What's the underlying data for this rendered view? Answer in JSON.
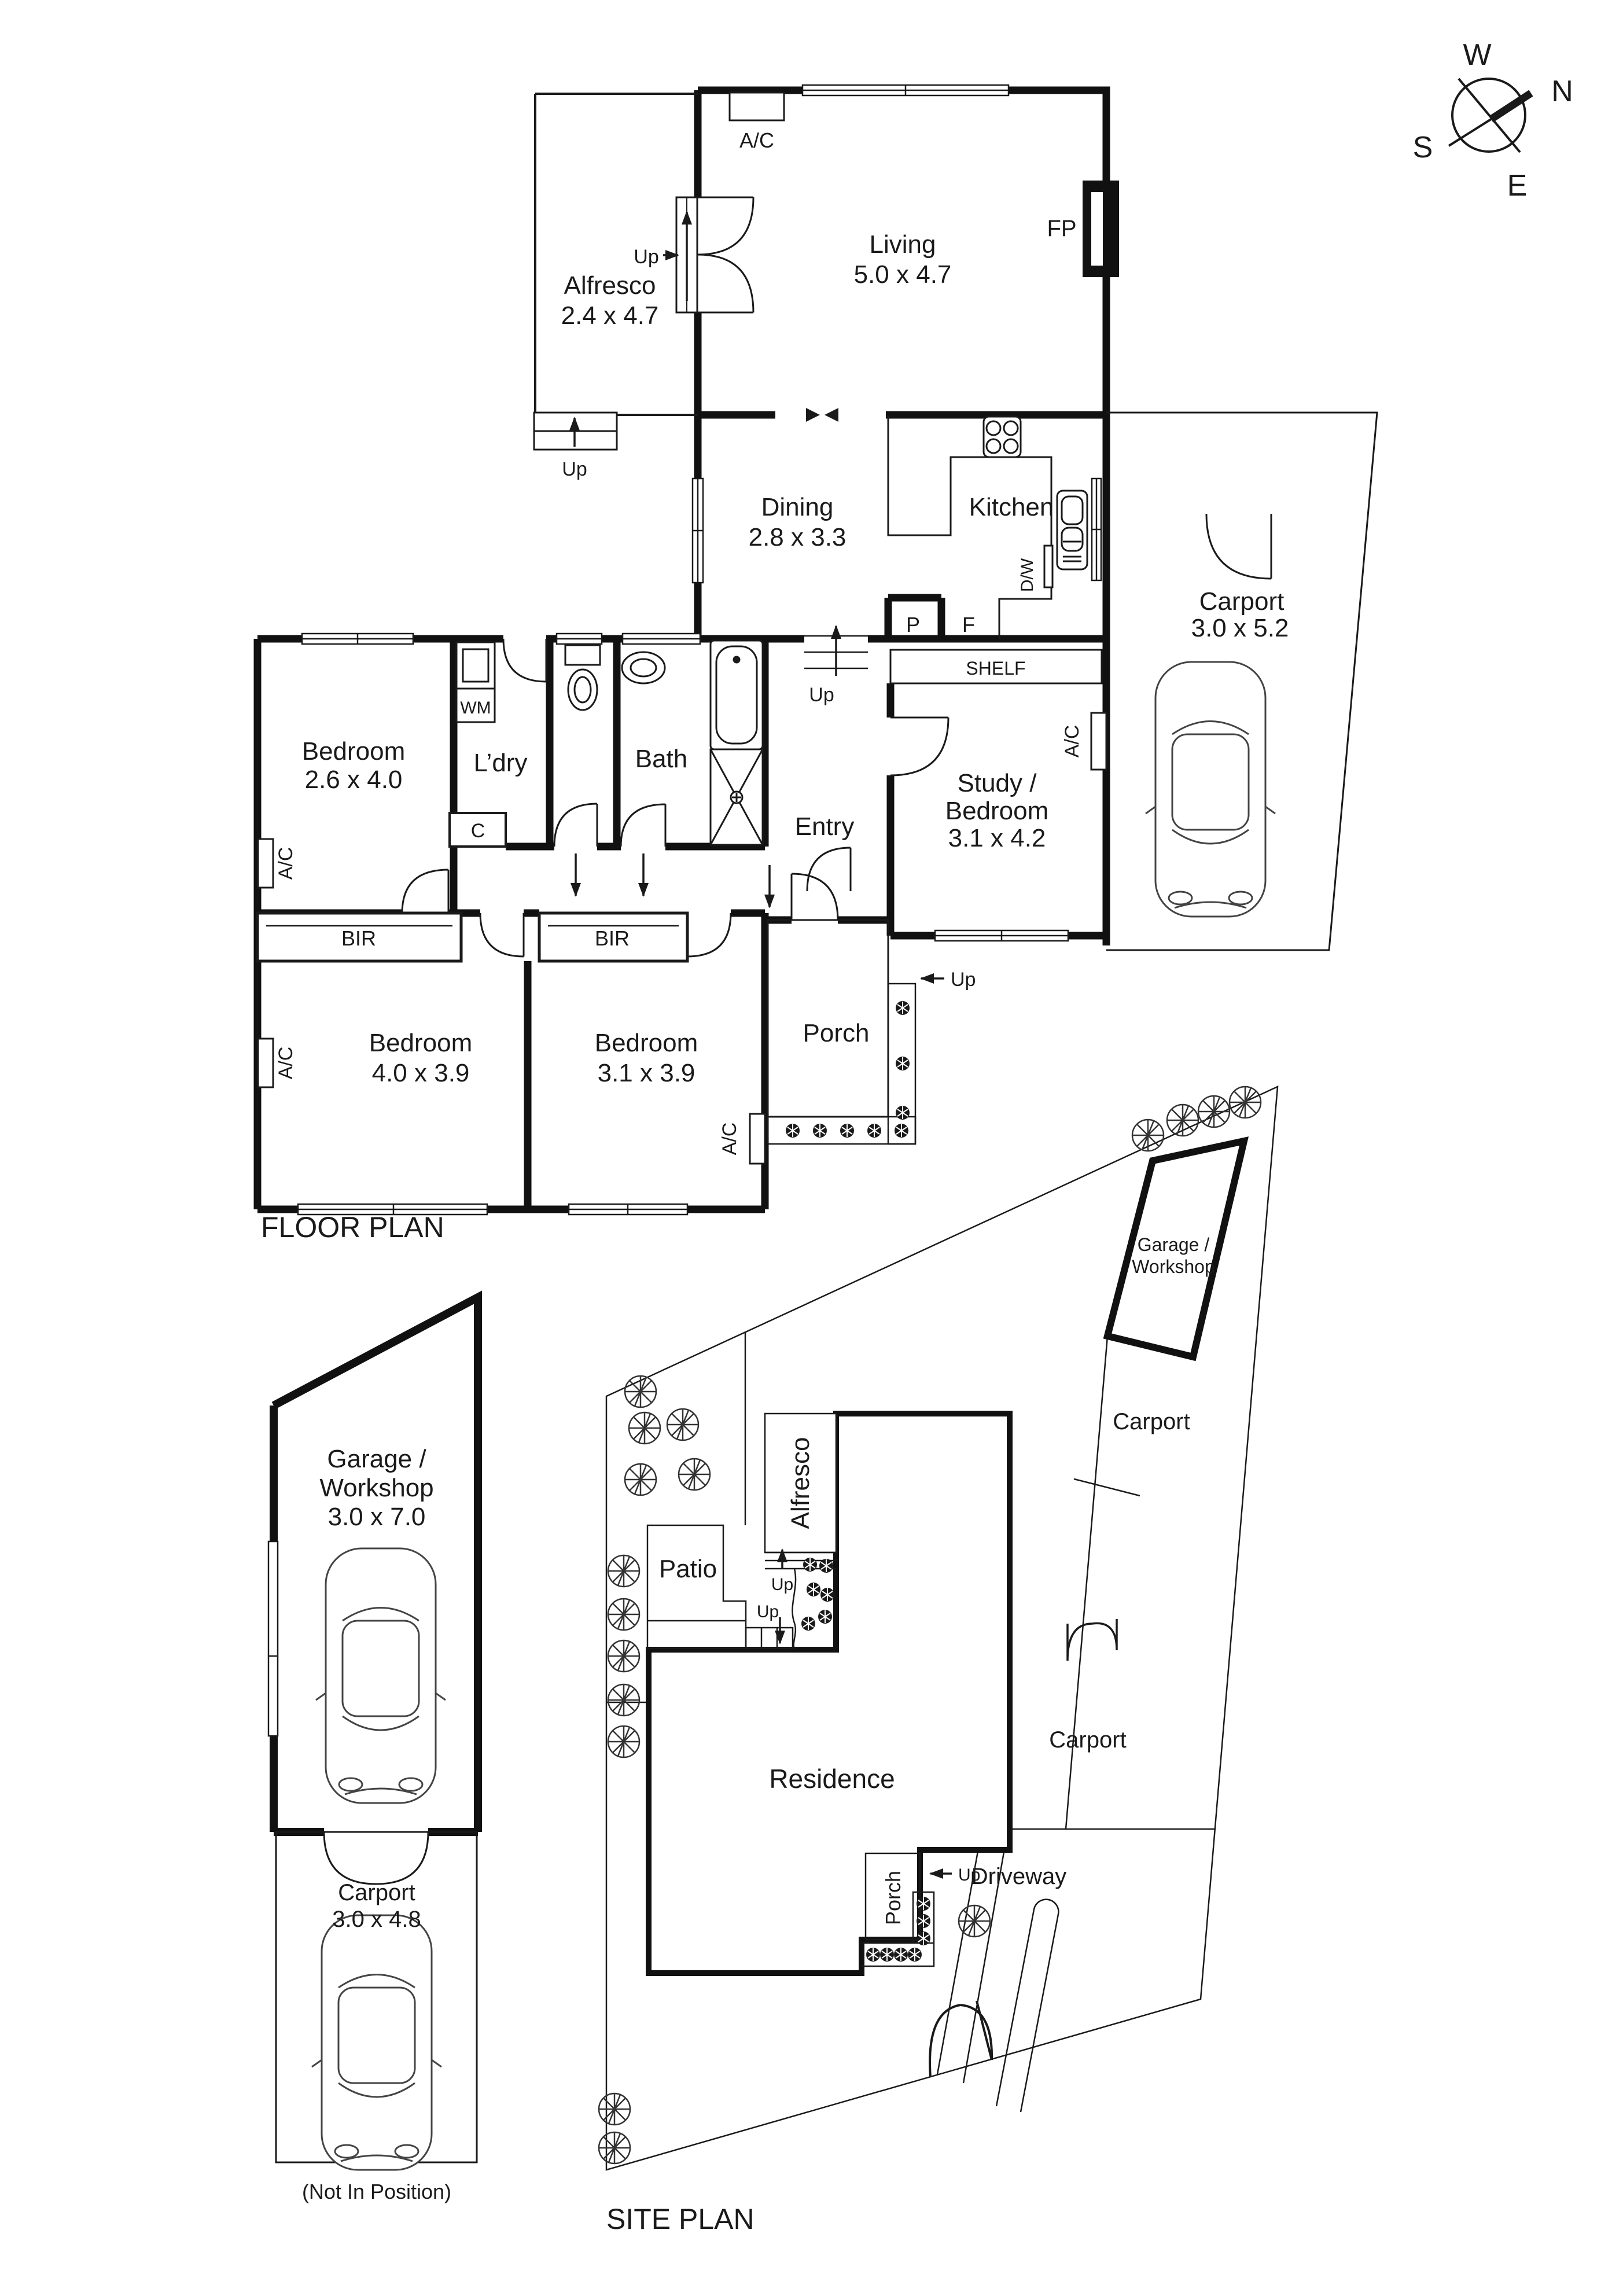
{
  "compass": {
    "n": "N",
    "e": "E",
    "s": "S",
    "w": "W"
  },
  "floor_plan": {
    "title": "FLOOR PLAN",
    "rooms": {
      "living": {
        "name": "Living",
        "dims": "5.0 x 4.7"
      },
      "alfresco": {
        "name": "Alfresco",
        "dims": "2.4 x 4.7"
      },
      "dining": {
        "name": "Dining",
        "dims": "2.8 x 3.3"
      },
      "kitchen": {
        "name": "Kitchen"
      },
      "carport": {
        "name": "Carport",
        "dims": "3.0 x 5.2"
      },
      "study": {
        "name_line1": "Study /",
        "name_line2": "Bedroom",
        "dims": "3.1 x 4.2"
      },
      "entry": {
        "name": "Entry"
      },
      "bedroom1": {
        "name": "Bedroom",
        "dims": "2.6 x 4.0"
      },
      "laundry": {
        "name": "L’dry"
      },
      "bath": {
        "name": "Bath"
      },
      "bedroom2": {
        "name": "Bedroom",
        "dims": "4.0 x 3.9"
      },
      "bedroom3": {
        "name": "Bedroom",
        "dims": "3.1 x 3.9"
      },
      "porch": {
        "name": "Porch"
      }
    },
    "labels": {
      "fireplace": "FP",
      "aircon": "A/C",
      "washing_machine": "WM",
      "cupboard": "C",
      "built_in_robe": "BIR",
      "pantry": "P",
      "fridge": "F",
      "dishwasher": "D/W",
      "shelf": "SHELF",
      "up": "Up"
    }
  },
  "outbuilding": {
    "garage_name_line1": "Garage /",
    "garage_name_line2": "Workshop",
    "garage_dims": "3.0 x 7.0",
    "carport_name": "Carport",
    "carport_dims": "3.0 x 4.8",
    "note": "(Not In Position)"
  },
  "site_plan": {
    "title": "SITE PLAN",
    "labels": {
      "garage_line1": "Garage /",
      "garage_line2": "Workshop",
      "carport": "Carport",
      "patio": "Patio",
      "alfresco": "Alfresco",
      "residence": "Residence",
      "porch": "Porch",
      "driveway": "Driveway",
      "up": "Up"
    }
  },
  "colors": {
    "ink": "#1a1a1a",
    "background": "#ffffff"
  }
}
